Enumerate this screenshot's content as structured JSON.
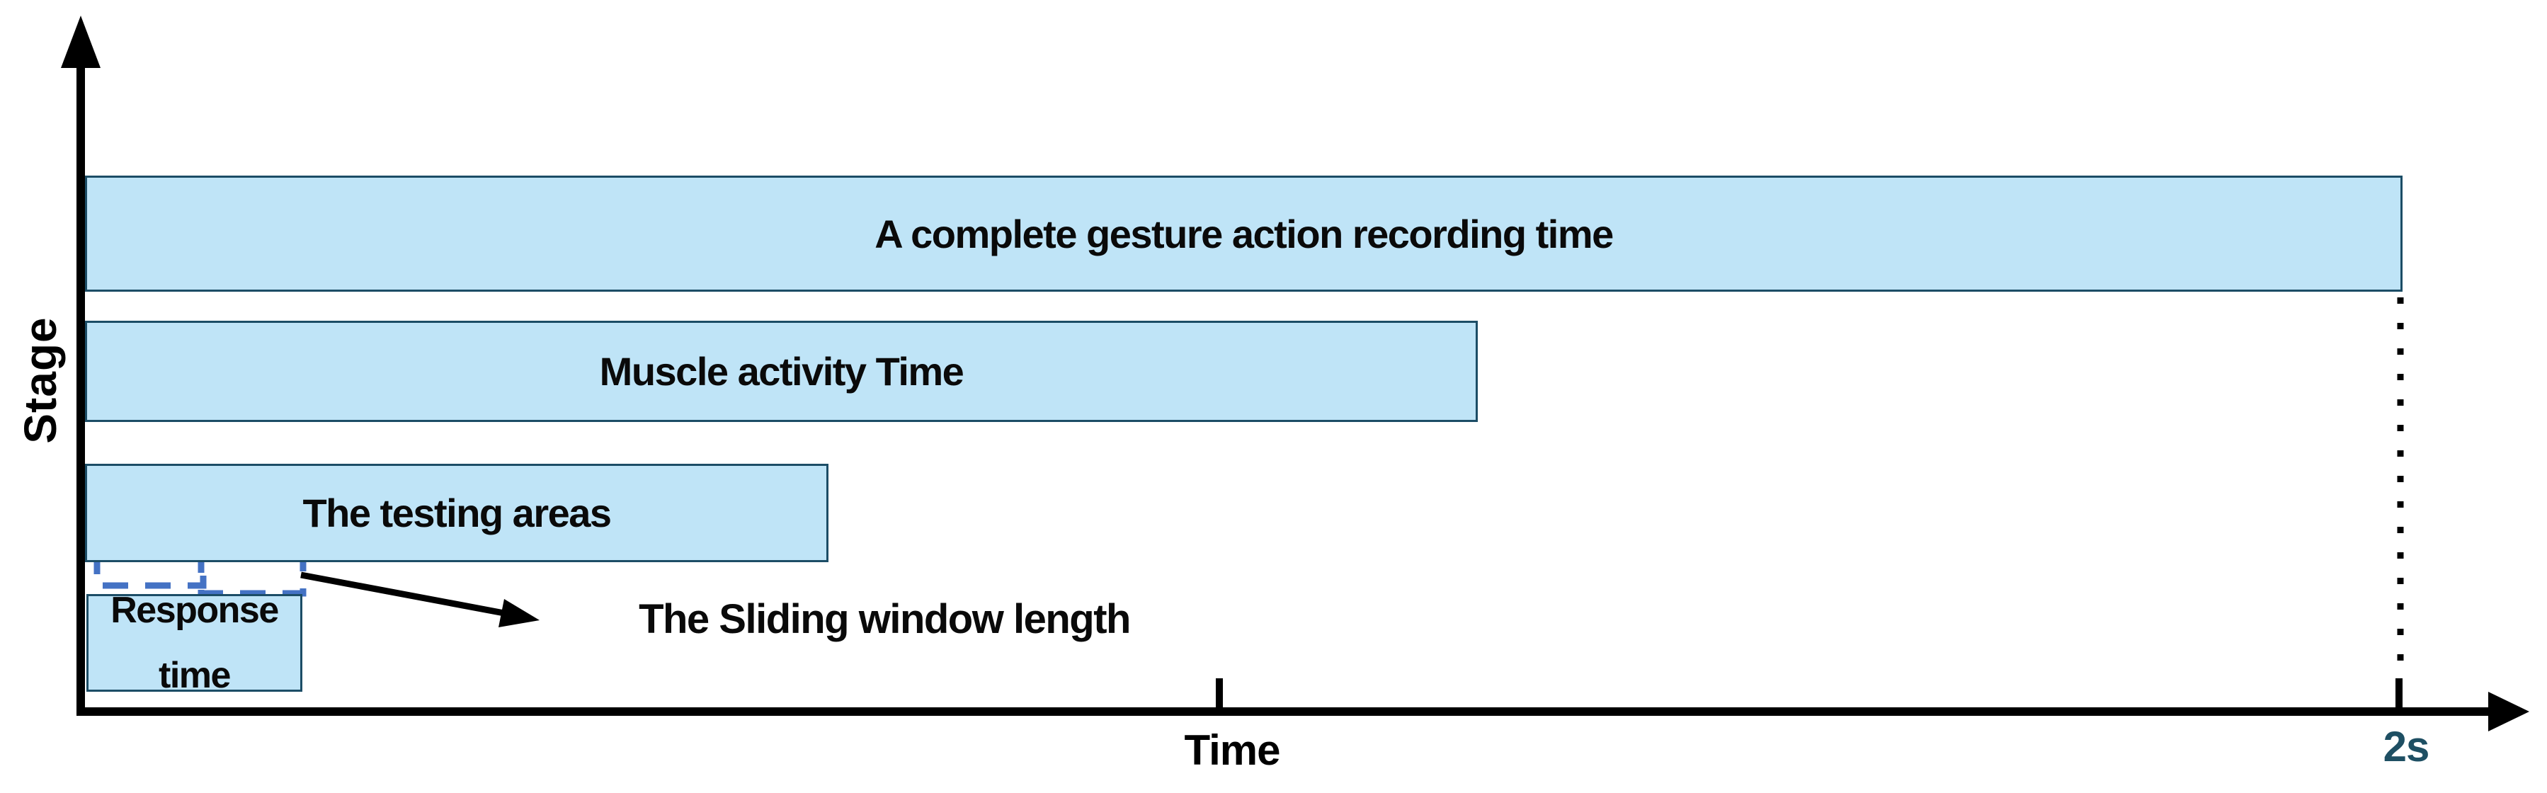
{
  "axes": {
    "y_label": "Stage",
    "x_label": "Time",
    "x_end_tick_label": "2s"
  },
  "bars": [
    {
      "label": "A complete gesture action recording time"
    },
    {
      "label": "Muscle activity Time"
    },
    {
      "label": "The testing areas"
    },
    {
      "label_line1": "Response",
      "label_line2": "time"
    }
  ],
  "annotations": {
    "sliding_window_label": "The Sliding window length"
  },
  "colors": {
    "bar_fill": "#BFE4F7",
    "bar_border": "#1C4D66",
    "sliding_window_dash": "#4472C4",
    "end_time_label": "#1E4F63",
    "axis": "#000000"
  }
}
